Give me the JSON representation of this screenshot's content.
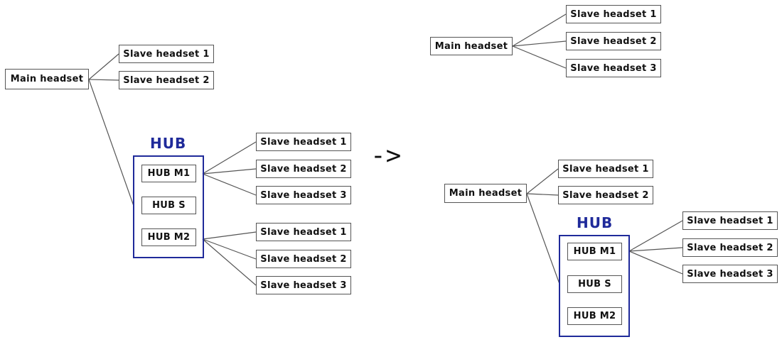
{
  "colors": {
    "hub": "#1f2a9a",
    "line": "#555555",
    "box_border": "#555555"
  },
  "arrow": "->",
  "left": {
    "main": "Main headset",
    "direct_slaves": [
      "Slave headset 1",
      "Slave headset 2"
    ],
    "hub": {
      "title": "HUB",
      "units": [
        "HUB M1",
        "HUB S",
        "HUB M2"
      ],
      "m1_slaves": [
        "Slave headset 1",
        "Slave headset 2",
        "Slave headset 3"
      ],
      "m2_slaves": [
        "Slave headset 1",
        "Slave headset 2",
        "Slave headset 3"
      ]
    }
  },
  "right_top": {
    "main": "Main headset",
    "slaves": [
      "Slave headset 1",
      "Slave headset 2",
      "Slave headset 3"
    ]
  },
  "right_bottom": {
    "main": "Main headset",
    "direct_slaves": [
      "Slave headset 1",
      "Slave headset 2"
    ],
    "hub": {
      "title": "HUB",
      "units": [
        "HUB M1",
        "HUB S",
        "HUB M2"
      ],
      "m1_slaves": [
        "Slave headset 1",
        "Slave headset 2",
        "Slave headset 3"
      ]
    }
  }
}
